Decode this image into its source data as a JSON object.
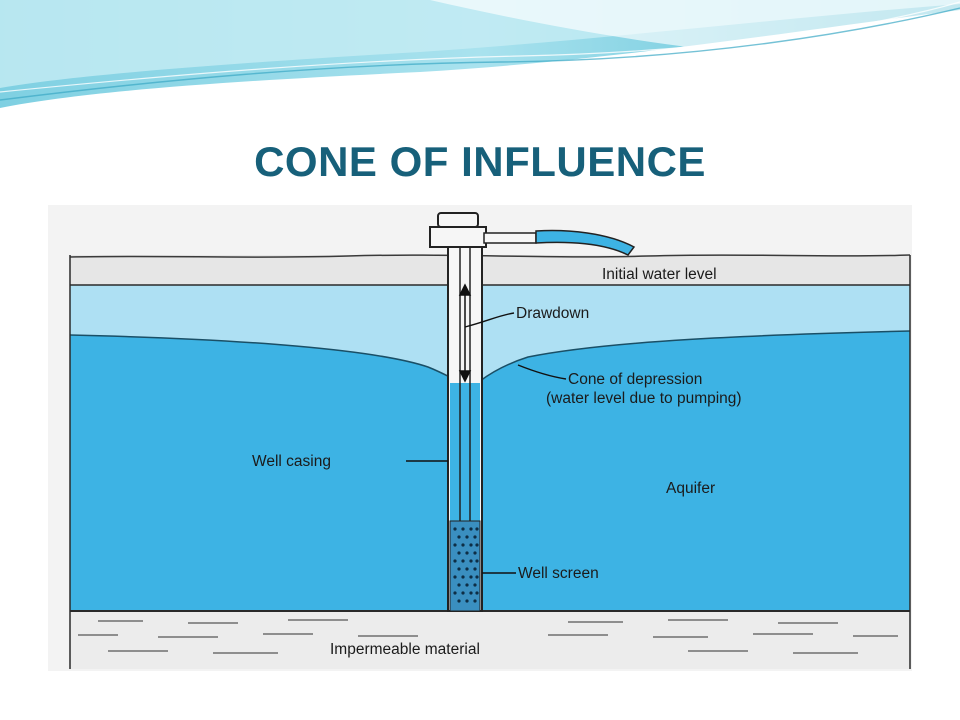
{
  "slide": {
    "title": "CONE OF INFLUENCE"
  },
  "diagram": {
    "labels": {
      "initial_water_level": "Initial water level",
      "drawdown": "Drawdown",
      "cone_line1": "Cone of depression",
      "cone_line2": "(water level due to pumping)",
      "well_casing": "Well casing",
      "aquifer": "Aquifer",
      "well_screen": "Well screen",
      "impermeable": "Impermeable material"
    }
  },
  "colors": {
    "title": "#17607a",
    "aquifer_saturated": "#3db3e4",
    "aquifer_drained": "#aee0f3",
    "ground_surface": "#e6e6e6",
    "impermeable_layer": "#ececec",
    "wave_teal": "#62c3d8"
  }
}
